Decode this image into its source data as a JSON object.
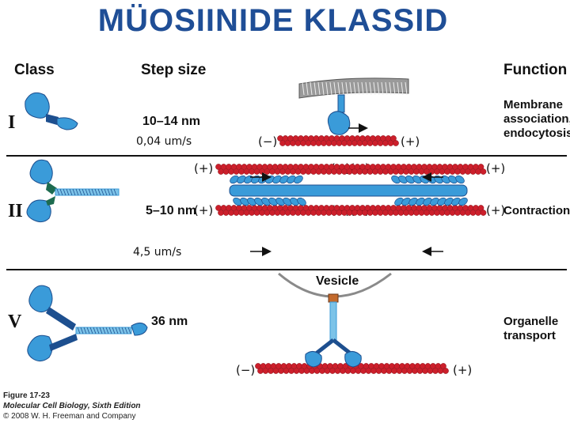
{
  "title": "MÜOSIINIDE KLASSID",
  "headers": {
    "class": "Class",
    "step_size": "Step size",
    "function": "Function"
  },
  "classes": [
    {
      "numeral": "I",
      "step": "10–14 nm",
      "speed": "0,04 um/s",
      "function_lines": [
        "Membrane",
        "association,",
        "endocytosis"
      ]
    },
    {
      "numeral": "II",
      "step": "5–10 nm",
      "speed": "4,5 um/s",
      "function_lines": [
        "Contraction"
      ]
    },
    {
      "numeral": "V",
      "step": "36 nm",
      "speed": "",
      "function_lines": [
        "Organelle",
        "transport"
      ]
    }
  ],
  "polarity": {
    "minus": "(−)",
    "plus": "(+)",
    "minus_pair": "(−)(−)"
  },
  "vesicle_label": "Vesicle",
  "caption": {
    "line1": "Figure 17-23",
    "line2": "Molecular Cell Biology, Sixth Edition",
    "line3": "© 2008 W. H. Freeman and Company"
  },
  "colors": {
    "title": "#1f4e96",
    "actin": "#cc1f2b",
    "myosin": "#3a9bd9",
    "myosin_dark": "#1d4f8f",
    "membrane": "#8a8a8a"
  }
}
